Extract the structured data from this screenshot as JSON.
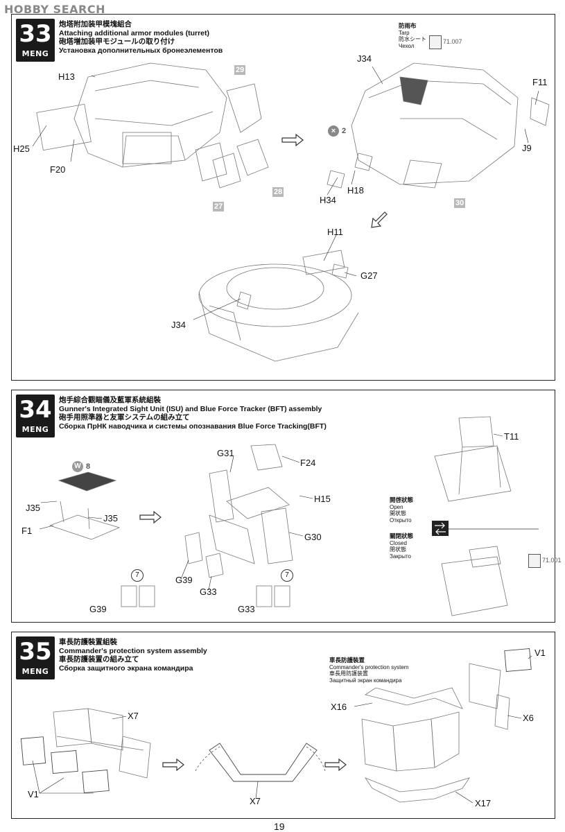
{
  "watermark": "HOBBY SEARCH",
  "page_number": "19",
  "steps": [
    {
      "number": "33",
      "brand": "MENG",
      "title_zh": "炮塔附加装甲模塊組合",
      "title_en": "Attaching additional armor modules (turret)",
      "title_ja": "砲塔増加装甲モジュールの取り付け",
      "title_ru": "Установка дополнительных бронеэлементов",
      "tarp": {
        "zh": "防雨布",
        "en": "Tarp",
        "ja": "防水シート",
        "ru": "Чехол",
        "paint": "71.007"
      },
      "labels": [
        "H13",
        "H25",
        "F20",
        "J34",
        "F11",
        "J9",
        "H34",
        "H18",
        "H11",
        "G27",
        "J34"
      ],
      "tags": [
        "29",
        "28",
        "27",
        "30"
      ],
      "multiplier": "2"
    },
    {
      "number": "34",
      "brand": "MENG",
      "title_zh": "炮手綜合觀瞄儀及藍軍系統組裝",
      "title_en": "Gunner's Integrated Sight Unit (ISU) and Blue Force Tracker (BFT) assembly",
      "title_ja": "砲手用照準器と友軍システムの組み立て",
      "title_ru": "Сборка ПрНК наводчика и системы опознавания Blue Force Tracking(BFT)",
      "open": {
        "zh": "開啓狀態",
        "en": "Open",
        "ja": "開状態",
        "ru": "Открыто"
      },
      "closed": {
        "zh": "關閉狀態",
        "en": "Closed",
        "ja": "閉状態",
        "ru": "Закрыто",
        "paint": "71.001"
      },
      "labels": [
        "J35",
        "J35",
        "F1",
        "G31",
        "F24",
        "H15",
        "G30",
        "G39",
        "G33",
        "G39",
        "G33",
        "T11"
      ],
      "decal_count": "8",
      "decal_numbers": [
        "7",
        "7"
      ]
    },
    {
      "number": "35",
      "brand": "MENG",
      "title_zh": "車長防護裝置組裝",
      "title_en": "Commander's protection system assembly",
      "title_ja": "車長防護装置の組み立て",
      "title_ru": "Сборка защитного экрана командира",
      "callout": {
        "zh": "車長防護裝置",
        "en": "Commander's protection system",
        "ja": "車長用防護装置",
        "ru": "Защитный экран командира"
      },
      "labels": [
        "X7",
        "V1",
        "X7",
        "V1",
        "X16",
        "X6",
        "X17"
      ]
    }
  ]
}
